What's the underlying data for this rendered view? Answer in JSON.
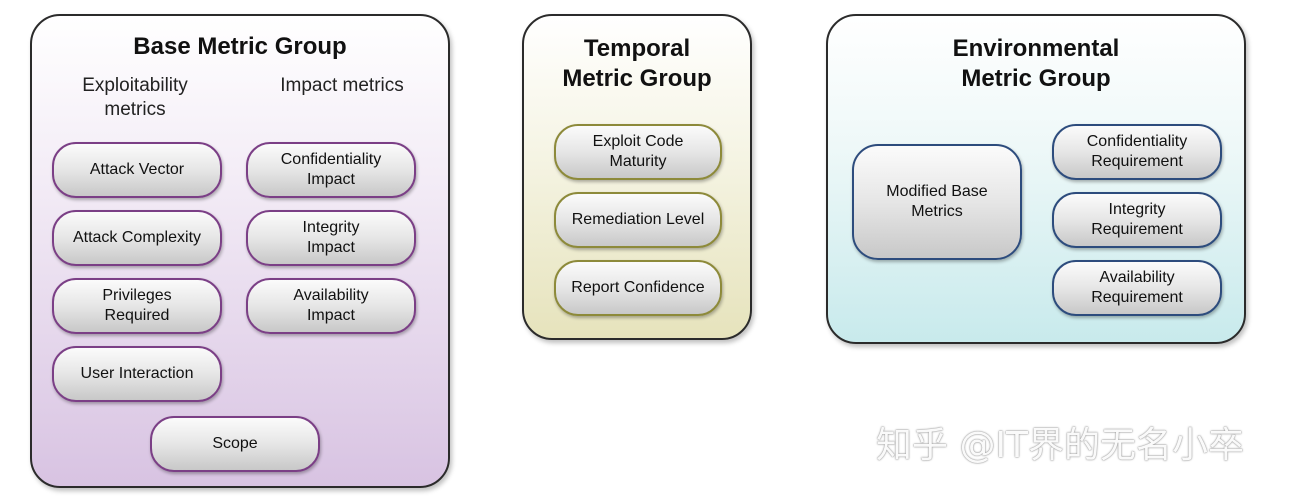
{
  "base": {
    "title": "Base Metric Group",
    "exploitability_heading": "Exploitability\nmetrics",
    "impact_heading": "Impact metrics",
    "exploitability": [
      "Attack Vector",
      "Attack Complexity",
      "Privileges\nRequired",
      "User Interaction"
    ],
    "impact": [
      "Confidentiality\nImpact",
      "Integrity\nImpact",
      "Availability\nImpact"
    ],
    "scope": "Scope"
  },
  "temporal": {
    "title": "Temporal\nMetric Group",
    "items": [
      "Exploit Code\nMaturity",
      "Remediation Level",
      "Report Confidence"
    ]
  },
  "environmental": {
    "title": "Environmental\nMetric Group",
    "modified": "Modified Base\nMetrics",
    "items": [
      "Confidentiality\nRequirement",
      "Integrity\nRequirement",
      "Availability\nRequirement"
    ]
  },
  "watermark": "知乎 @IT界的无名小卒",
  "colors": {
    "base_border": "#7b3f86",
    "temporal_border": "#8d8a3a",
    "environmental_border": "#2d4c7d"
  }
}
